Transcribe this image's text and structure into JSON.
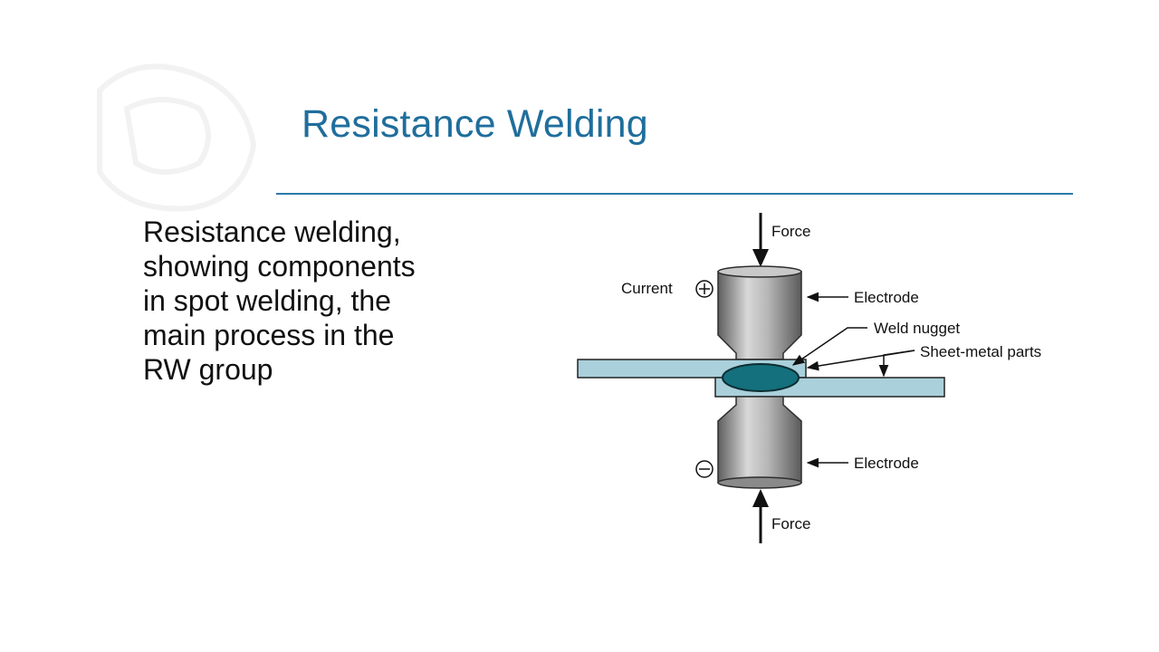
{
  "slide": {
    "title": "Resistance Welding",
    "body_lines": [
      "Resistance welding,",
      "showing components",
      "in spot welding, the",
      "main process in the",
      "RW group"
    ]
  },
  "diagram": {
    "labels": {
      "force_top": "Force",
      "force_bottom": "Force",
      "current": "Current",
      "electrode_top": "Electrode",
      "electrode_bottom": "Electrode",
      "weld_nugget": "Weld nugget",
      "sheet_metal": "Sheet-metal parts"
    },
    "colors": {
      "title": "#1f6e9c",
      "rule": "#2b7aa8",
      "sheet": "#a9d0db",
      "nugget": "#13707c",
      "electrode": "#a8a8a8"
    }
  }
}
